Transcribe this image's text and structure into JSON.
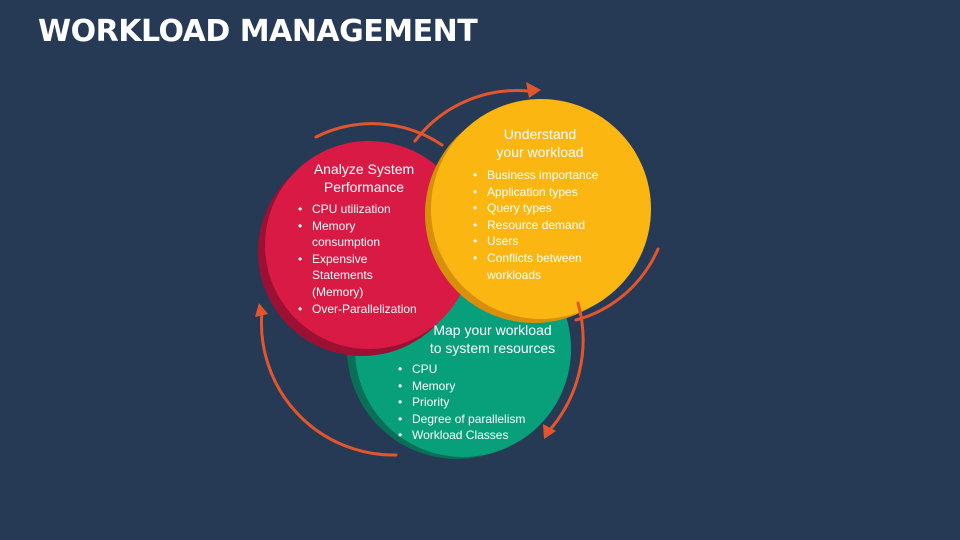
{
  "title": "WORKLOAD MANAGEMENT",
  "colors": {
    "background": "#263a55",
    "analyze": "#d81a44",
    "understand": "#fbb612",
    "map": "#07a07a",
    "arrow": "#e3562d"
  },
  "analyze": {
    "heading": [
      "Analyze System",
      "Performance"
    ],
    "items": [
      "CPU utilization",
      "Memory consumption",
      "Expensive Statements (Memory)",
      "Over-Parallelization"
    ]
  },
  "understand": {
    "heading": [
      "Understand",
      "your workload"
    ],
    "items": [
      "Business importance",
      "Application types",
      "Query types",
      "Resource demand",
      "Users",
      "Conflicts between workloads"
    ]
  },
  "map": {
    "heading": [
      "Map your workload",
      "to system resources"
    ],
    "items": [
      "CPU",
      "Memory",
      "Priority",
      "Degree of parallelism",
      "Workload Classes"
    ]
  }
}
